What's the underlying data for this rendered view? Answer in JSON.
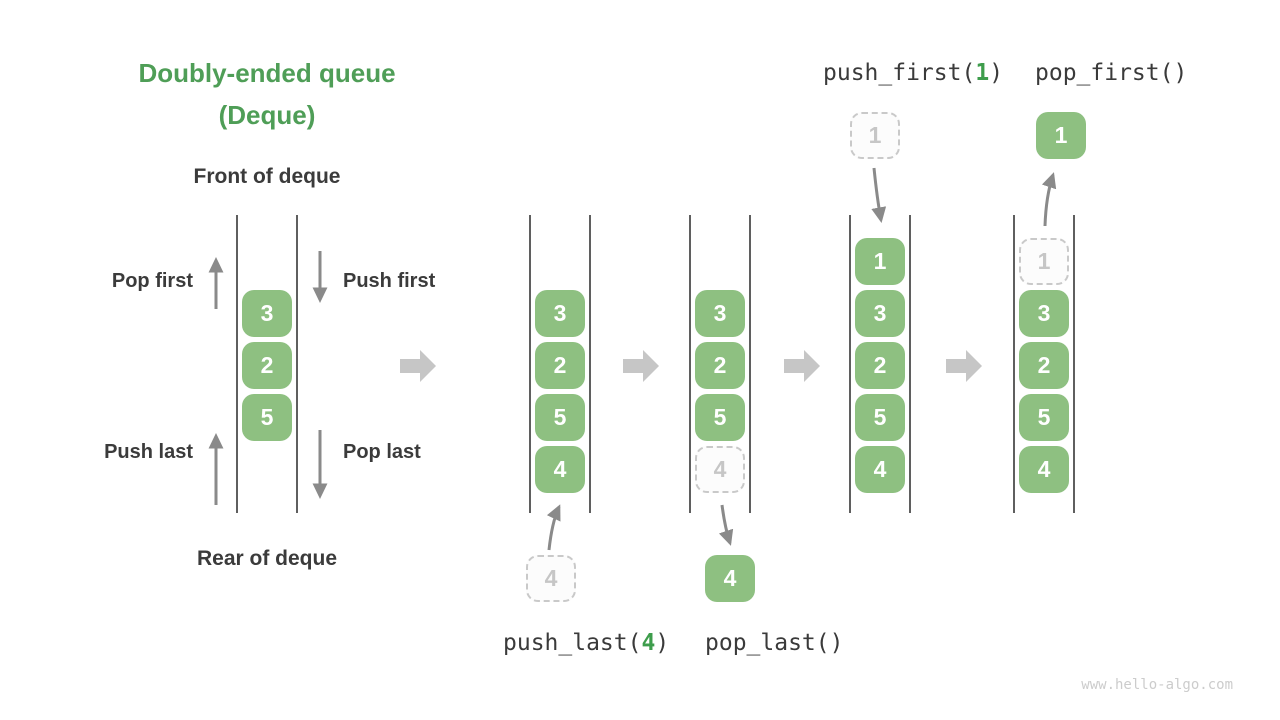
{
  "title": {
    "line1": "Doubly-ended queue",
    "line2": "(Deque)"
  },
  "labels": {
    "front": "Front of deque",
    "rear": "Rear of deque",
    "pop_first": "Pop first",
    "push_first": "Push first",
    "push_last": "Push last",
    "pop_last": "Pop last"
  },
  "demo_queue": {
    "cells": [
      "3",
      "2",
      "5"
    ]
  },
  "steps": [
    {
      "op_prefix": "push_last(",
      "op_arg": "4",
      "op_suffix": ")",
      "incoming": "4",
      "cells": [
        "3",
        "2",
        "5",
        "4"
      ]
    },
    {
      "op": "pop_last()",
      "cells": [
        "3",
        "2",
        "5"
      ],
      "ghost": "4",
      "outgoing": "4"
    },
    {
      "op_prefix": "push_first(",
      "op_arg": "1",
      "op_suffix": ")",
      "incoming": "1",
      "cells": [
        "1",
        "3",
        "2",
        "5",
        "4"
      ]
    },
    {
      "op": "pop_first()",
      "ghost": "1",
      "cells": [
        "3",
        "2",
        "5",
        "4"
      ],
      "outgoing": "1"
    }
  ],
  "watermark": "www.hello-algo.com",
  "colors": {
    "cell_green": "#8ec081",
    "title_green": "#4f9e57",
    "arg_green": "#3e9d4c",
    "text_dark": "#3b3b3b",
    "thin_arrow_gray": "#8a8a8a",
    "block_arrow_gray": "#c6c6c6",
    "ghost_border": "#c9c9c9",
    "rail_gray": "#5f5f5f",
    "watermark_gray": "#cccccc"
  }
}
